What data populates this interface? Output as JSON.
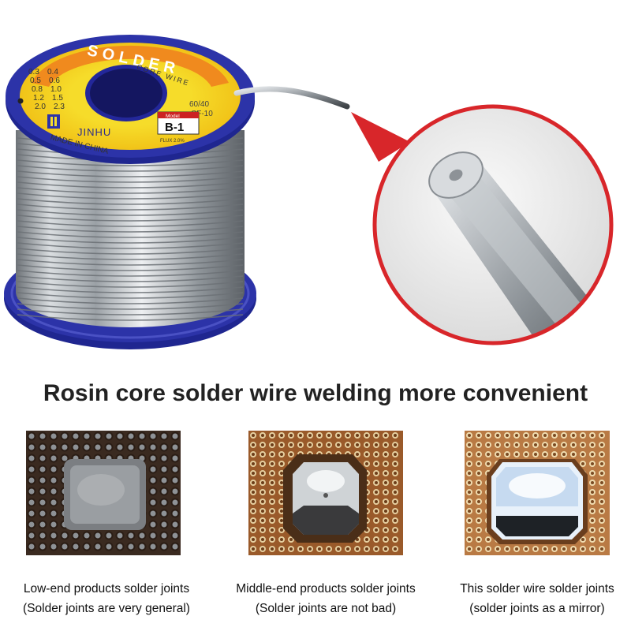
{
  "spool_label": {
    "brand_arc": "SOLDER",
    "sub_arc": "CORE WIRE",
    "sizes": [
      "0.3",
      "0.4",
      "0.5",
      "0.6",
      "0.8",
      "1.0",
      "1.2",
      "1.5",
      "2.0",
      "2.3"
    ],
    "alloy": "60/40",
    "flux_type": "CF-10",
    "model_label": "Model",
    "model_value": "B-1",
    "flux_percent": "FLUX 2.0%",
    "maker": "JINHU",
    "origin": "MADE IN CHINA"
  },
  "headline": "Rosin core solder wire welding more convenient",
  "panels": [
    {
      "line1": "Low-end products solder joints",
      "line2": "(Solder joints are very general)"
    },
    {
      "line1": "Middle-end products solder joints",
      "line2": "(Solder joints are not bad)"
    },
    {
      "line1": "This solder wire solder joints",
      "line2": "(solder joints as a mirror)"
    }
  ],
  "colors": {
    "spool_blue": "#2c33a8",
    "label_yellow": "#f5d21c",
    "label_orange": "#f08a1e",
    "callout_red": "#d8262a",
    "pcb_brown": "#9a5a2a"
  }
}
